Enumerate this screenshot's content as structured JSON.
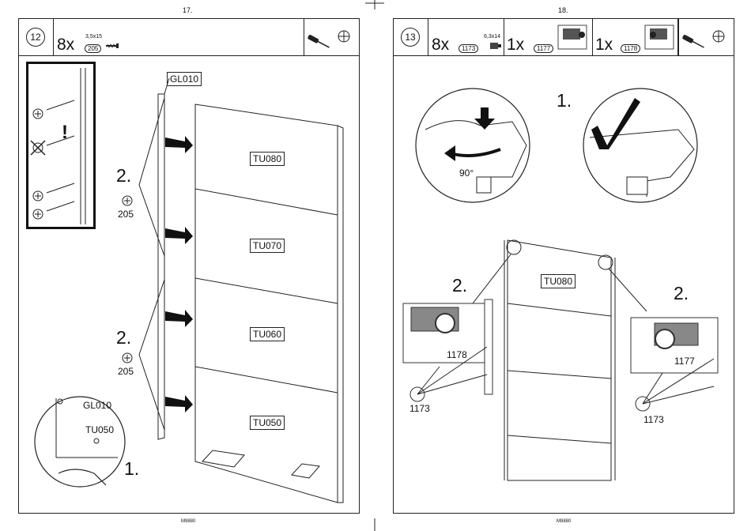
{
  "left_page": {
    "page_number": "17.",
    "step": "12",
    "header_qty": "8x",
    "part_id": "205",
    "part_size": "3,5x15",
    "panels": [
      "TU080",
      "TU070",
      "TU060",
      "TU050"
    ],
    "side_panel_label": "GL010",
    "substep_2a": "2.",
    "substep_2b": "2.",
    "screw_label_a": "205",
    "screw_label_b": "205",
    "zoom_labels": [
      "GL010",
      "TU050"
    ],
    "substep_1": "1.",
    "warning_mark": "!",
    "footer": "M9880"
  },
  "right_page": {
    "page_number": "18.",
    "step": "13",
    "items": [
      {
        "qty": "8x",
        "part_id": "1173",
        "part_size": "6,3x14"
      },
      {
        "qty": "1x",
        "part_id": "1177"
      },
      {
        "qty": "1x",
        "part_id": "1178"
      }
    ],
    "substep_1": "1.",
    "angle": "90°",
    "panel_label": "TU080",
    "substep_2_left": "2.",
    "substep_2_right": "2.",
    "hinge_left": "1178",
    "hinge_right": "1177",
    "screw_left": "1173",
    "screw_right": "1173",
    "footer": "M9880"
  }
}
